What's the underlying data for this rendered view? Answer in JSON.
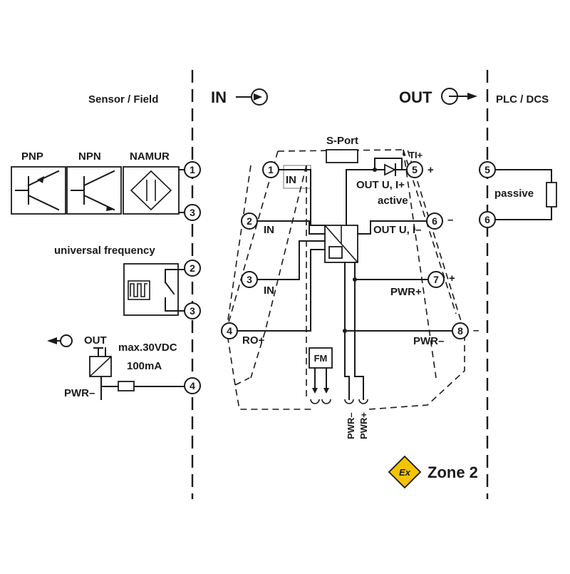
{
  "headers": {
    "left": "Sensor / Field",
    "in": "IN",
    "out": "OUT",
    "right": "PLC / DCS"
  },
  "sensors": {
    "pnp": "PNP",
    "npn": "NPN",
    "namur": "NAMUR",
    "universal_frequency": "universal  frequency"
  },
  "field_terminals": {
    "t1": "1",
    "t3a": "3",
    "t2": "2",
    "t3b": "3",
    "t4": "4"
  },
  "relay_output": {
    "out": "OUT",
    "rating_voltage": "max.30VDC",
    "rating_current": "100mA",
    "pwr_minus": "PWR–"
  },
  "module": {
    "sport": "S-Port",
    "ti_plus": "TI+",
    "terminals": {
      "t1": "1",
      "t2": "2",
      "t3": "3",
      "t4": "4",
      "t5": "5",
      "t6": "6",
      "t7": "7",
      "t8": "8"
    },
    "labels": {
      "in1": "IN",
      "in2": "IN",
      "in3": "IN",
      "ro_plus": "RO+",
      "out_active_line1": "OUT U, I+",
      "out_active_line2": "active",
      "out_u_minus": "OUT U, I–",
      "pwr_plus": "PWR+",
      "pwr_minus": "PWR–",
      "fm": "FM",
      "bus_pwr_minus": "PWR–",
      "bus_pwr_plus": "PWR+"
    },
    "signs": {
      "t5": "+",
      "t6": "–",
      "t7": "+",
      "t8": "–"
    }
  },
  "plc": {
    "t5": "5",
    "t6": "6",
    "passive": "passive"
  },
  "zone": {
    "symbol": "Ex",
    "label": "Zone 2",
    "color": "#f5c400"
  }
}
